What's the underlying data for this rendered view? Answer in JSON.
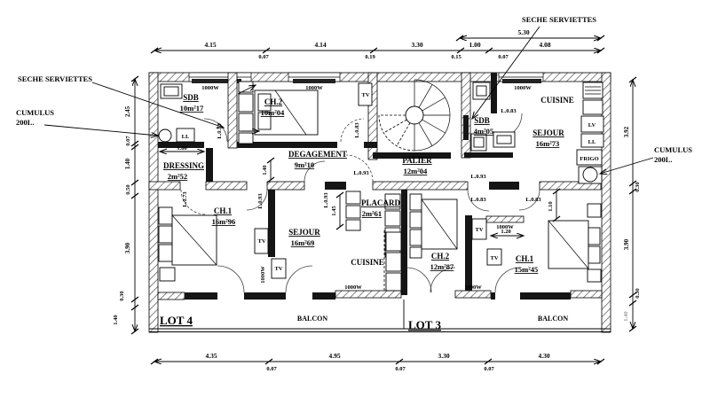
{
  "annotations": {
    "seche_left": "SECHE SERVIETTES",
    "cumulus_left_line1": "CUMULUS",
    "cumulus_left_line2": "200L.",
    "seche_right": "SECHE SERVIETTES",
    "cumulus_right_line1": "CUMULUS",
    "cumulus_right_line2": "200L."
  },
  "dims_top": [
    "4.15",
    "0.07",
    "4.14",
    "0.19",
    "3.30",
    "0.15",
    "1.00",
    "0.07",
    "5.30",
    "4.08"
  ],
  "dims_left": [
    "2.45",
    "0.07",
    "1.40",
    "0.50",
    "3.90",
    "0.30",
    "1.40"
  ],
  "dims_right": [
    "3.92",
    "0.30",
    "3.90",
    "0.30",
    "1.40"
  ],
  "dims_bottom": [
    "4.35",
    "0.07",
    "4.95",
    "0.07",
    "3.30",
    "0.07",
    "4.30"
  ],
  "inner_dims": {
    "dressing_width": "1.80",
    "hall_width": "1.40",
    "placard_height": "1.45",
    "entry_width": "1.20",
    "passage_width": "1.10"
  },
  "rooms": {
    "sdb1": {
      "name": "SDB",
      "area": "10m²17"
    },
    "ch2_l4": {
      "name": "CH.2",
      "area": "10m²04"
    },
    "degagement": {
      "name": "DEGAGEMENT",
      "area": "9m²10"
    },
    "palier": {
      "name": "PALIER",
      "area": "12m²04"
    },
    "sdb2": {
      "name": "SDB",
      "area": "4m²05"
    },
    "cuisine_l3": {
      "name": "CUISINE"
    },
    "sejour_l3": {
      "name": "SEJOUR",
      "area": "16m²73"
    },
    "dressing": {
      "name": "DRESSING",
      "area": "2m²52"
    },
    "ch1_l4": {
      "name": "CH.1",
      "area": "16m²96"
    },
    "sejour_l4": {
      "name": "SEJOUR",
      "area": "16m²69"
    },
    "cuisine_l4": {
      "name": "CUISINE"
    },
    "placard": {
      "name": "PLACARD",
      "area": "2m²61"
    },
    "ch2_l3": {
      "name": "CH.2",
      "area": "12m²87"
    },
    "ch1_l3": {
      "name": "CH.1",
      "area": "15m²45"
    },
    "balcon_l4": {
      "name": "BALCON"
    },
    "balcon_l3": {
      "name": "BALCON"
    }
  },
  "lots": {
    "lot4": "LOT 4",
    "lot3": "LOT 3"
  },
  "equipment": {
    "radiator": "1000W",
    "tv": "TV",
    "washer": "LL",
    "dishwasher": "LV",
    "fridge": "FRIGO"
  },
  "doors": {
    "w93": "L.0.93",
    "w83": "L.0.83",
    "w73": "L.0.73"
  }
}
